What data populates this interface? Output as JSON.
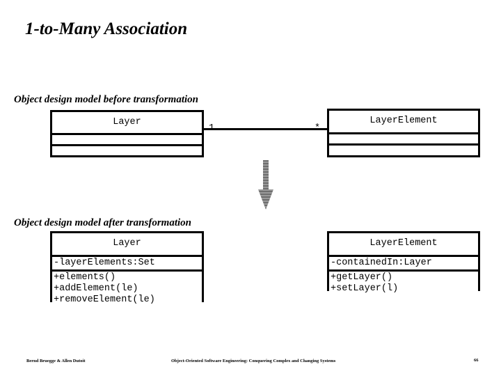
{
  "slide": {
    "title": "1-to-Many Association",
    "captions": {
      "before": "Object design model before transformation",
      "after": "Object design model after transformation"
    }
  },
  "before": {
    "left_class": {
      "name": "Layer",
      "attributes": [],
      "operations": []
    },
    "right_class": {
      "name": "LayerElement",
      "attributes": [],
      "operations": []
    },
    "association": {
      "source_multiplicity": "1",
      "target_multiplicity": "*"
    }
  },
  "transform_arrow": {
    "icon": "down-arrow-icon",
    "color": "#808080"
  },
  "after": {
    "left_class": {
      "name": "Layer",
      "attributes": [
        "-layerElements:Set"
      ],
      "operations": [
        "+elements()",
        "+addElement(le)",
        "+removeElement(le)"
      ]
    },
    "right_class": {
      "name": "LayerElement",
      "attributes": [
        "-containedIn:Layer"
      ],
      "operations": [
        "+getLayer()",
        "+setLayer(l)"
      ]
    }
  },
  "footer": {
    "authors": "Bernd Bruegge & Allen Dutoit",
    "book_title": "Object-Oriented Software Engineering: Conquering Complex and Changing Systems",
    "page_number": "66"
  }
}
